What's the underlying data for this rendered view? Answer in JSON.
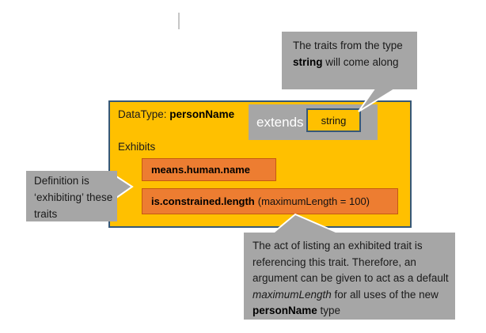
{
  "colors": {
    "amber_fill": "#FFC000",
    "orange_fill": "#ED7D31",
    "orange_border": "#C55A11",
    "callout_gray": "#A6A6A6",
    "box_border_navy": "#365878",
    "extends_text": "#FFFFFF"
  },
  "datatype_box": {
    "type_label": "DataType: ",
    "type_name": "personName",
    "extends_label": "extends",
    "base_type": "string",
    "exhibits_label": "Exhibits",
    "traits": [
      {
        "name": "means.human.name",
        "args": ""
      },
      {
        "name": "is.constrained.length",
        "args": "(maximumLength = 100)"
      }
    ]
  },
  "callouts": {
    "top": {
      "before": "The traits from the type ",
      "bold": "string",
      "after": " will come along"
    },
    "left": {
      "text": "Definition is ‘exhibiting’ these traits"
    },
    "bottom": {
      "before": "The act of listing an exhibited trait is referencing this trait. Therefore, an argument can be given to act as a default ",
      "italic": "maximumLength",
      "middle": " for all uses of the new ",
      "bold": "personName",
      "after": " type"
    }
  }
}
